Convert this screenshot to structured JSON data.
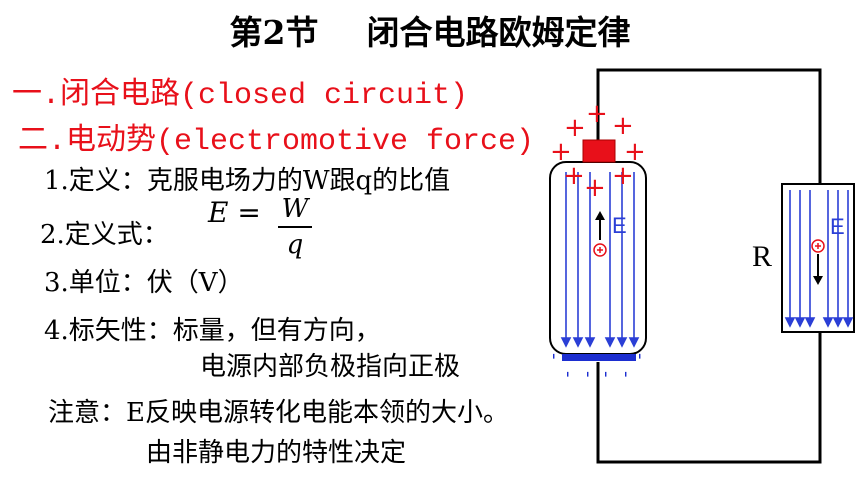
{
  "title": {
    "section": "第2节",
    "topic": "闭合电路欧姆定律"
  },
  "headings": {
    "h1": "一.闭合电路(closed circuit)",
    "h2": "二.电动势(electromotive force)"
  },
  "items": {
    "def_label": "1.定义：",
    "def_text": "克服电场力的W跟q的比值",
    "formula_label": "2.定义式：",
    "formula_lhs": "E =",
    "formula_num": "W",
    "formula_den": "q",
    "unit": "3.单位：伏（V）",
    "vector_line1": "4.标矢性：标量，但有方向，",
    "vector_line2": "电源内部负极指向正极"
  },
  "note": {
    "line1": "注意：E反映电源转化电能本领的大小。",
    "line2": "由非静电力的特性决定"
  },
  "diagram": {
    "field_label_source": "E",
    "field_label_resistor": "E",
    "resistor_label": "R",
    "plus_sign": "+",
    "minus_sign": "-",
    "colors": {
      "field": "#2b3fd6",
      "positive": "#e8101a",
      "negative_plate": "#1c2ed0",
      "wire": "#000000"
    }
  }
}
